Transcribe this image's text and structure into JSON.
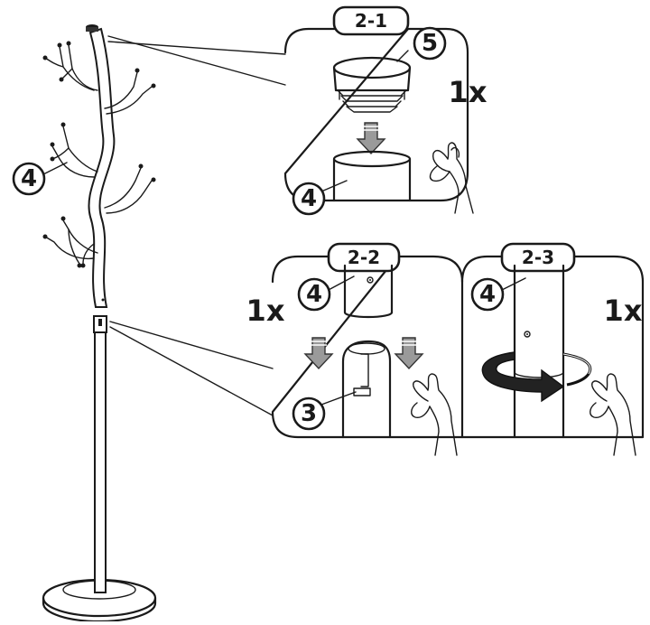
{
  "steps": [
    {
      "id": "2-1",
      "part": "5",
      "target_part": "4",
      "multiplier": "1x"
    },
    {
      "id": "2-2",
      "part": "4",
      "target_part": "3",
      "multiplier": "1x"
    },
    {
      "id": "2-3",
      "part": "4",
      "multiplier": "1x"
    }
  ],
  "overview": {
    "part_label": "4"
  }
}
